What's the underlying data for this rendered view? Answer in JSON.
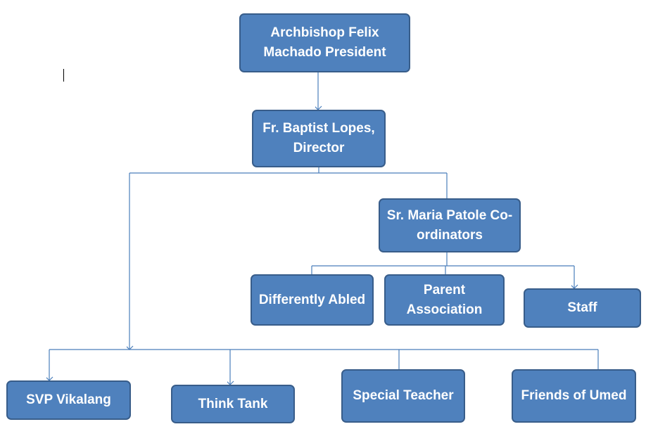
{
  "nodes": {
    "president": {
      "label": "Archbishop Felix Machado President"
    },
    "director": {
      "label": "Fr. Baptist Lopes, Director"
    },
    "coordinator": {
      "label": "Sr. Maria Patole Co-ordinators"
    },
    "differently_abled": {
      "label": "Differently Abled"
    },
    "parent_association": {
      "label": "Parent Association"
    },
    "staff": {
      "label": "Staff"
    },
    "svp_vikalang": {
      "label": "SVP Vikalang"
    },
    "think_tank": {
      "label": "Think Tank"
    },
    "special_teacher": {
      "label": "Special Teacher"
    },
    "friends_of_umed": {
      "label": "Friends of Umed"
    }
  },
  "colors": {
    "node_fill": "#4f81bd",
    "node_border": "#385d8a",
    "connector": "#4a7ebb",
    "text": "#ffffff"
  }
}
